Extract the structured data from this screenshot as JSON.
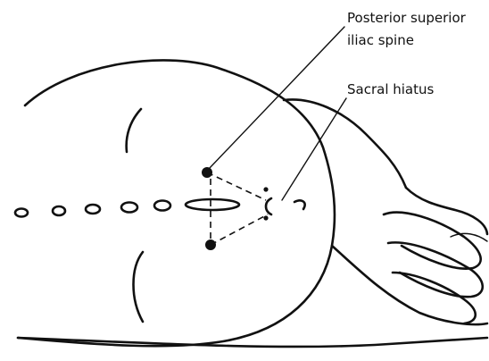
{
  "labels": {
    "psis_line1": "Posterior superior",
    "psis_line2": "iliac spine",
    "sacral_hiatus": "Sacral hiatus"
  },
  "colors": {
    "ink": "#111111",
    "background": "#ffffff"
  }
}
